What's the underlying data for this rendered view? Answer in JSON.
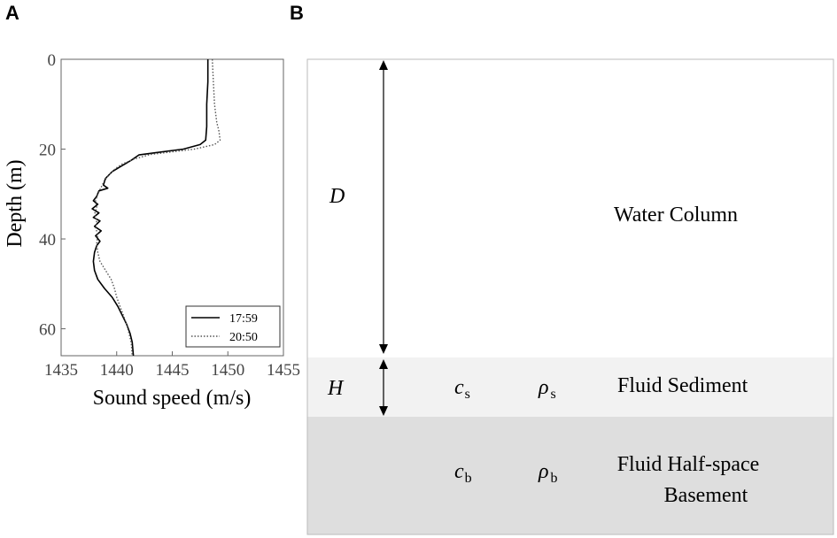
{
  "panels": {
    "a": "A",
    "b": "B"
  },
  "chart_data": {
    "type": "line",
    "title": "",
    "xlabel": "Sound speed (m/s)",
    "ylabel": "Depth (m)",
    "xlim": [
      1435,
      1455
    ],
    "ylim": [
      66,
      0
    ],
    "x_ticks": [
      1435,
      1440,
      1445,
      1450,
      1455
    ],
    "y_ticks": [
      0,
      20,
      40,
      60
    ],
    "grid": false,
    "legend_position": "bottom-right",
    "series": [
      {
        "name": "17:59",
        "style": "solid",
        "color": "#000000",
        "points": [
          [
            1448.2,
            0
          ],
          [
            1448.2,
            5
          ],
          [
            1448.1,
            10
          ],
          [
            1448.1,
            15
          ],
          [
            1448.0,
            18
          ],
          [
            1447.5,
            19
          ],
          [
            1446.0,
            20
          ],
          [
            1443.5,
            20.8
          ],
          [
            1442.0,
            21.3
          ],
          [
            1441.3,
            22.5
          ],
          [
            1440.4,
            23.8
          ],
          [
            1439.6,
            25
          ],
          [
            1439.0,
            26.5
          ],
          [
            1438.8,
            28
          ],
          [
            1439.2,
            28.7
          ],
          [
            1438.4,
            29.3
          ],
          [
            1438.2,
            30.5
          ],
          [
            1437.9,
            31.5
          ],
          [
            1438.3,
            32.3
          ],
          [
            1437.8,
            33.3
          ],
          [
            1438.4,
            34.2
          ],
          [
            1437.9,
            35.2
          ],
          [
            1438.5,
            36.0
          ],
          [
            1438.0,
            37.2
          ],
          [
            1438.6,
            38.2
          ],
          [
            1438.1,
            39.3
          ],
          [
            1438.5,
            40.5
          ],
          [
            1438.2,
            41.5
          ],
          [
            1438.0,
            43
          ],
          [
            1437.9,
            45
          ],
          [
            1438.0,
            47
          ],
          [
            1438.3,
            49
          ],
          [
            1438.9,
            51
          ],
          [
            1439.6,
            53
          ],
          [
            1440.1,
            55
          ],
          [
            1440.5,
            57
          ],
          [
            1440.9,
            59
          ],
          [
            1441.2,
            61
          ],
          [
            1441.4,
            63
          ],
          [
            1441.5,
            66
          ]
        ]
      },
      {
        "name": "20:50",
        "style": "dotted",
        "color": "#555555",
        "points": [
          [
            1448.6,
            0
          ],
          [
            1448.7,
            5
          ],
          [
            1448.8,
            10
          ],
          [
            1449.0,
            14
          ],
          [
            1449.2,
            16
          ],
          [
            1449.3,
            18
          ],
          [
            1448.8,
            19
          ],
          [
            1447.0,
            20
          ],
          [
            1445.0,
            20.6
          ],
          [
            1443.0,
            21.2
          ],
          [
            1441.6,
            22.2
          ],
          [
            1440.5,
            23.3
          ],
          [
            1439.9,
            24.3
          ],
          [
            1439.4,
            25.5
          ],
          [
            1438.9,
            27
          ],
          [
            1438.6,
            28.5
          ],
          [
            1438.3,
            30
          ],
          [
            1438.1,
            31.5
          ],
          [
            1438.2,
            33
          ],
          [
            1438.0,
            34.5
          ],
          [
            1438.2,
            36
          ],
          [
            1438.1,
            37.5
          ],
          [
            1438.3,
            39
          ],
          [
            1438.2,
            41
          ],
          [
            1438.3,
            43
          ],
          [
            1438.5,
            45
          ],
          [
            1439.0,
            47
          ],
          [
            1439.5,
            49
          ],
          [
            1439.8,
            51
          ],
          [
            1440.0,
            53
          ],
          [
            1440.3,
            55
          ],
          [
            1440.6,
            57
          ],
          [
            1440.9,
            59
          ],
          [
            1441.1,
            61
          ],
          [
            1441.3,
            63
          ],
          [
            1441.4,
            66
          ]
        ]
      }
    ]
  },
  "diagram": {
    "depth_symbol": "D",
    "sediment_thickness_symbol": "H",
    "water_label": "Water Column",
    "sediment_label": "Fluid Sediment",
    "basement_label_line1": "Fluid Half-space",
    "basement_label_line2": "Basement",
    "sediment_speed_symbol": "c",
    "sediment_speed_sub": "s",
    "sediment_density_symbol": "ρ",
    "sediment_density_sub": "s",
    "basement_speed_symbol": "c",
    "basement_speed_sub": "b",
    "basement_density_symbol": "ρ",
    "basement_density_sub": "b",
    "colors": {
      "sediment_fill": "#f2f2f2",
      "basement_fill": "#dedede",
      "border": "#bbbbbb"
    }
  }
}
